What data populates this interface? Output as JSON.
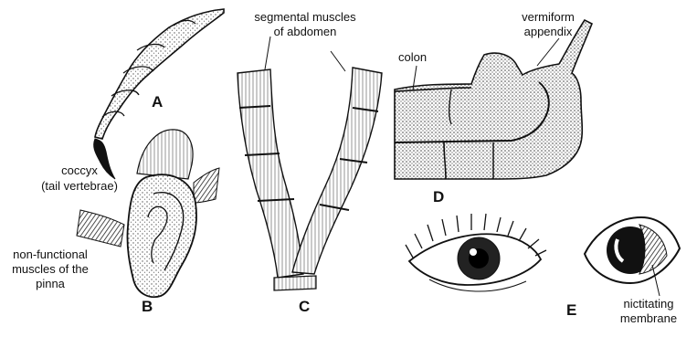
{
  "figure": {
    "panels": [
      {
        "letter": "A",
        "labels": [
          "coccyx",
          "(tail vertebrae)"
        ]
      },
      {
        "letter": "B",
        "labels": [
          "non-functional",
          "muscles of the",
          "pinna"
        ]
      },
      {
        "letter": "C",
        "labels": [
          "segmental muscles",
          "of abdomen"
        ]
      },
      {
        "letter": "D",
        "labels": [
          "colon",
          "vermiform",
          "appendix"
        ]
      },
      {
        "letter": "E",
        "labels": [
          "nictitating",
          "membrane"
        ]
      }
    ]
  }
}
